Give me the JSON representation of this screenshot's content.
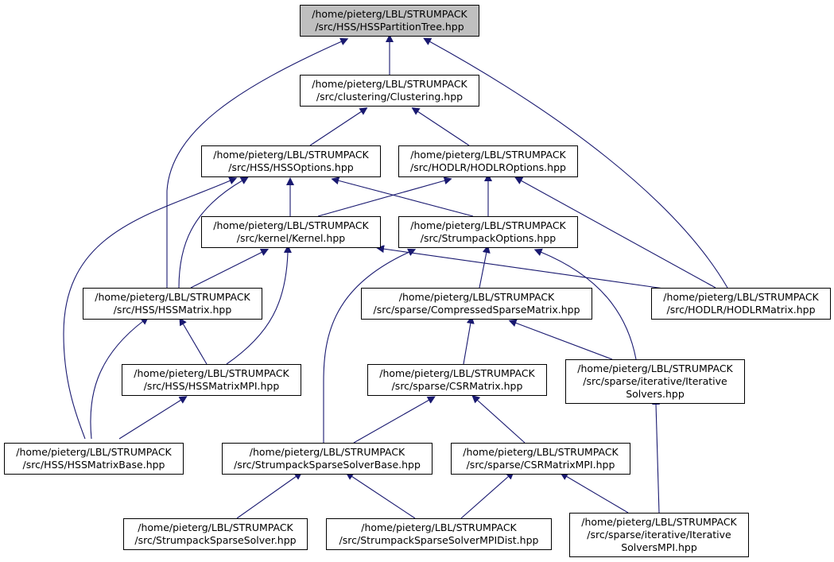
{
  "colors": {
    "edge": "#191970",
    "root_fill": "#bfbfbf",
    "node_fill": "#ffffff",
    "border": "#000000"
  },
  "nodes": {
    "partition_tree": [
      "/home/pieterg/LBL/STRUMPACK",
      "/src/HSS/HSSPartitionTree.hpp"
    ],
    "clustering": [
      "/home/pieterg/LBL/STRUMPACK",
      "/src/clustering/Clustering.hpp"
    ],
    "hss_options": [
      "/home/pieterg/LBL/STRUMPACK",
      "/src/HSS/HSSOptions.hpp"
    ],
    "hodlr_options": [
      "/home/pieterg/LBL/STRUMPACK",
      "/src/HODLR/HODLROptions.hpp"
    ],
    "kernel": [
      "/home/pieterg/LBL/STRUMPACK",
      "/src/kernel/Kernel.hpp"
    ],
    "strumpack_options": [
      "/home/pieterg/LBL/STRUMPACK",
      "/src/StrumpackOptions.hpp"
    ],
    "hss_matrix": [
      "/home/pieterg/LBL/STRUMPACK",
      "/src/HSS/HSSMatrix.hpp"
    ],
    "compressed_sparse": [
      "/home/pieterg/LBL/STRUMPACK",
      "/src/sparse/CompressedSparseMatrix.hpp"
    ],
    "hodlr_matrix": [
      "/home/pieterg/LBL/STRUMPACK",
      "/src/HODLR/HODLRMatrix.hpp"
    ],
    "hss_matrix_mpi": [
      "/home/pieterg/LBL/STRUMPACK",
      "/src/HSS/HSSMatrixMPI.hpp"
    ],
    "csr_matrix": [
      "/home/pieterg/LBL/STRUMPACK",
      "/src/sparse/CSRMatrix.hpp"
    ],
    "iterative_solvers": [
      "/home/pieterg/LBL/STRUMPACK",
      "/src/sparse/iterative/Iterative",
      "Solvers.hpp"
    ],
    "hss_matrix_base": [
      "/home/pieterg/LBL/STRUMPACK",
      "/src/HSS/HSSMatrixBase.hpp"
    ],
    "sparse_solver_base": [
      "/home/pieterg/LBL/STRUMPACK",
      "/src/StrumpackSparseSolverBase.hpp"
    ],
    "csr_matrix_mpi": [
      "/home/pieterg/LBL/STRUMPACK",
      "/src/sparse/CSRMatrixMPI.hpp"
    ],
    "sparse_solver": [
      "/home/pieterg/LBL/STRUMPACK",
      "/src/StrumpackSparseSolver.hpp"
    ],
    "sparse_solver_mpi_dist": [
      "/home/pieterg/LBL/STRUMPACK",
      "/src/StrumpackSparseSolverMPIDist.hpp"
    ],
    "iterative_solvers_mpi": [
      "/home/pieterg/LBL/STRUMPACK",
      "/src/sparse/iterative/Iterative",
      "SolversMPI.hpp"
    ]
  }
}
